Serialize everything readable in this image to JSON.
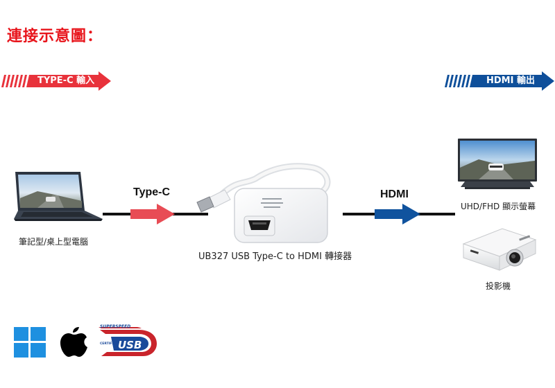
{
  "title": "連接示意圖：",
  "banner_left": {
    "text": "TYPE-C 輸入",
    "color": "#e8323b"
  },
  "banner_right": {
    "text": "HDMI 輸出",
    "color": "#0e4f9a"
  },
  "laptop": {
    "label": "筆記型/桌上型電腦"
  },
  "cable_left": {
    "label": "Type-C",
    "arrow_color": "#e84c55"
  },
  "cable_right": {
    "label": "HDMI",
    "arrow_color": "#10539e"
  },
  "adapter": {
    "label": "UB327 USB Type-C to HDMI 轉接器"
  },
  "monitor": {
    "label": "UHD/FHD 顯示螢幕"
  },
  "projector": {
    "label": "投影機"
  },
  "usb_logo": {
    "top_text": "SUPERSPEED",
    "small_text": "CERTIFIED",
    "main_text": "USB"
  },
  "icons": [
    "windows-icon",
    "apple-icon",
    "usb-superspeed-logo"
  ]
}
